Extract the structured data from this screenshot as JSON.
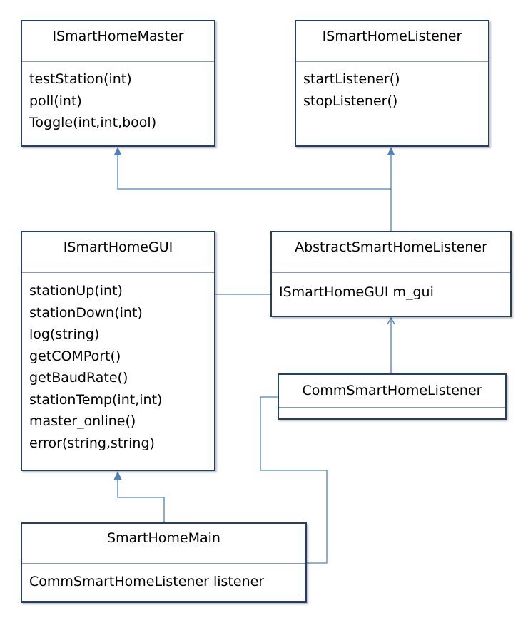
{
  "classes": {
    "master": {
      "name": "ISmartHomeMaster",
      "members": [
        "testStation(int)",
        "poll(int)",
        "Toggle(int,int,bool)"
      ]
    },
    "listener": {
      "name": "ISmartHomeListener",
      "members": [
        "startListener()",
        "stopListener()"
      ]
    },
    "gui": {
      "name": "ISmartHomeGUI",
      "members": [
        "stationUp(int)",
        "stationDown(int)",
        "log(string)",
        "getCOMPort()",
        "getBaudRate()",
        "stationTemp(int,int)",
        "master_online()",
        "error(string,string)"
      ]
    },
    "abstract": {
      "name": "AbstractSmartHomeListener",
      "members": [
        "ISmartHomeGUI m_gui"
      ]
    },
    "comm": {
      "name": "CommSmartHomeListener",
      "members": []
    },
    "main": {
      "name": "SmartHomeMain",
      "members": [
        "CommSmartHomeListener listener"
      ]
    }
  },
  "colors": {
    "border": "#243f60",
    "divider": "#7f9bc0",
    "connector": "#4f81bd"
  }
}
